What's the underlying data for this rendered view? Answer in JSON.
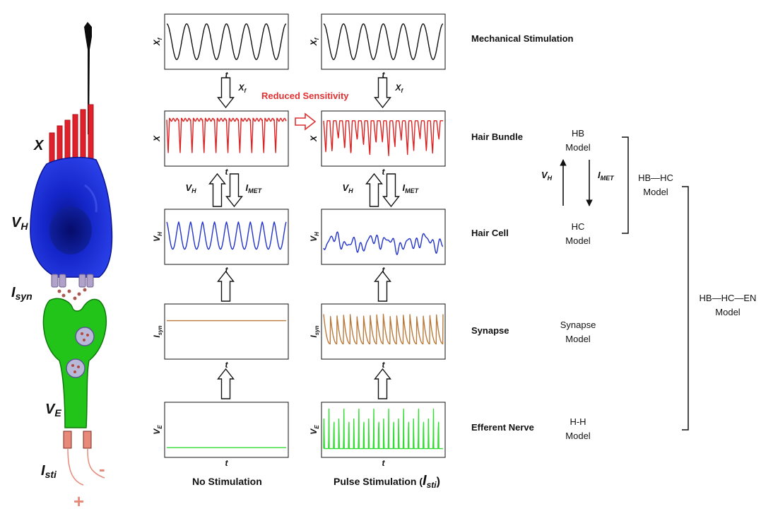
{
  "cell": {
    "label_x": "X",
    "label_vh": "V",
    "label_vh_sub": "H",
    "label_isyn": "I",
    "label_isyn_sub": "syn",
    "label_ve": "V",
    "label_ve_sub": "E",
    "label_isti": "I",
    "label_isti_sub": "sti",
    "minus": "-",
    "plus": "+"
  },
  "axes": {
    "t": "t",
    "xf": "X",
    "xf_sub": "f",
    "x": "X",
    "vh": "V",
    "vh_sub": "H",
    "isyn": "I",
    "isyn_sub": "syn",
    "ve": "V",
    "ve_sub": "E"
  },
  "arrows": {
    "xf": "X",
    "xf_sub": "f",
    "vh": "V",
    "vh_sub": "H",
    "imet": "I",
    "imet_sub": "MET"
  },
  "reduced_sensitivity": "Reduced Sensitivity",
  "rows": {
    "mechanical": "Mechanical Stimulation",
    "hair_bundle": "Hair Bundle",
    "hair_cell": "Hair Cell",
    "synapse": "Synapse",
    "efferent": "Efferent Nerve"
  },
  "columns": {
    "left": "No Stimulation",
    "right": "Pulse Stimulation (",
    "right_isti": "I",
    "right_isti_sub": "sti",
    "right_close": ")"
  },
  "models": {
    "hb_1": "HB",
    "hb_2": "Model",
    "hc_1": "HC",
    "hc_2": "Model",
    "vh": "V",
    "vh_sub": "H",
    "imet": "I",
    "imet_sub": "MET",
    "hbhc_1": "HB—HC",
    "hbhc_2": "Model",
    "hbhcen_1": "HB—HC—EN",
    "hbhcen_2": "Model",
    "synapse_1": "Synapse",
    "synapse_2": "Model",
    "hh_1": "H-H",
    "hh_2": "Model"
  },
  "colors": {
    "mechanical": "#111111",
    "hair_bundle": "#dd2222",
    "hair_cell": "#2233cc",
    "synapse": "#b97a3c",
    "efferent": "#33dd33",
    "cell_body": "#1a2fd6",
    "nerve": "#22c41a",
    "stereocilia": "#e0202a",
    "highlight": "#e03030"
  }
}
